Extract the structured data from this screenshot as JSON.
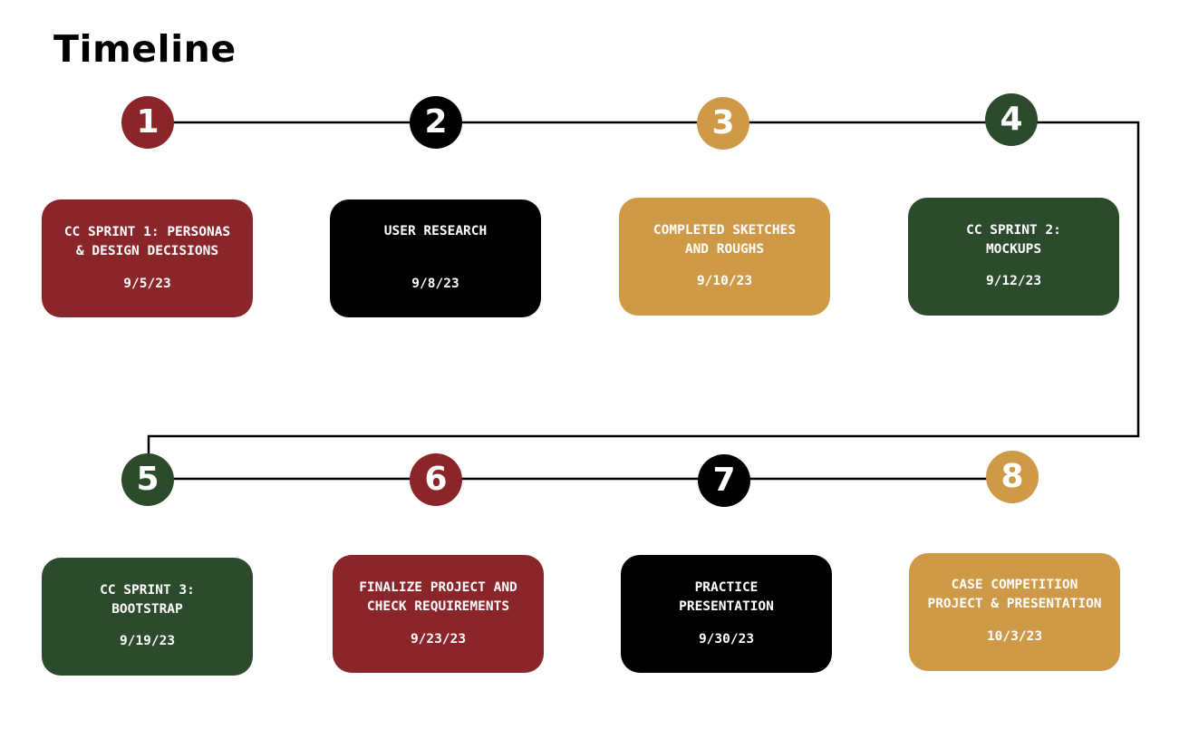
{
  "title": "Timeline",
  "colors": {
    "red": "#8a252a",
    "black": "#000000",
    "gold": "#cf9a47",
    "green": "#2c4a2c",
    "line": "#000000"
  },
  "steps": [
    {
      "number": "1",
      "label": "CC SPRINT 1: PERSONAS\n& DESIGN DECISIONS",
      "date": "9/5/23",
      "color": "red"
    },
    {
      "number": "2",
      "label": "USER RESEARCH",
      "date": "9/8/23",
      "color": "black"
    },
    {
      "number": "3",
      "label": "COMPLETED SKETCHES\nAND ROUGHS",
      "date": "9/10/23",
      "color": "gold"
    },
    {
      "number": "4",
      "label": "CC SPRINT 2:\nMOCKUPS",
      "date": "9/12/23",
      "color": "green"
    },
    {
      "number": "5",
      "label": "CC SPRINT 3:\nBOOTSTRAP",
      "date": "9/19/23",
      "color": "green"
    },
    {
      "number": "6",
      "label": "FINALIZE PROJECT AND\nCHECK REQUIREMENTS",
      "date": "9/23/23",
      "color": "red"
    },
    {
      "number": "7",
      "label": "PRACTICE\nPRESENTATION",
      "date": "9/30/23",
      "color": "black"
    },
    {
      "number": "8",
      "label": "CASE COMPETITION\nPROJECT & PRESENTATION",
      "date": "10/3/23",
      "color": "gold"
    }
  ]
}
